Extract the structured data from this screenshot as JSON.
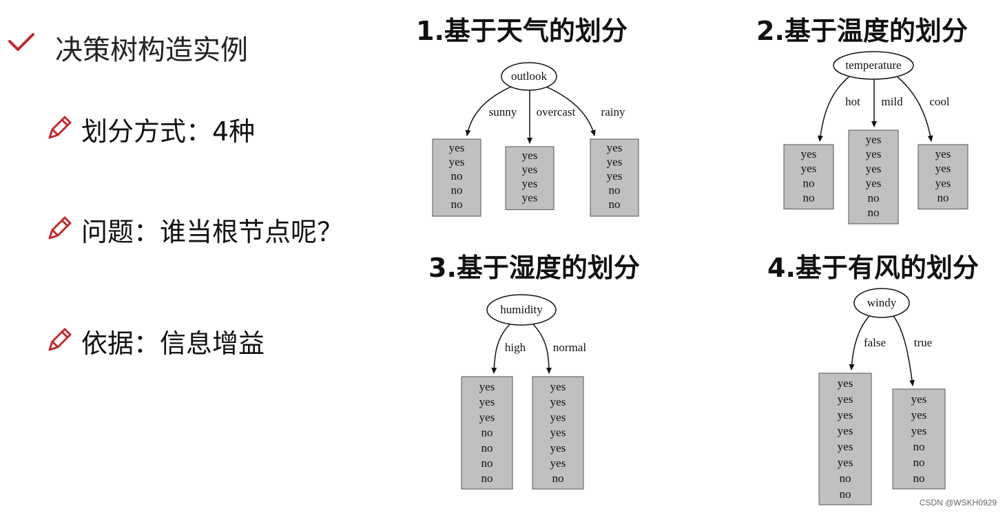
{
  "heading": {
    "check_icon": "checkmark-icon",
    "text": "决策树构造实例"
  },
  "bullets": [
    {
      "icon": "pencil-icon",
      "text": "划分方式：4种"
    },
    {
      "icon": "pencil-icon",
      "text": "问题：谁当根节点呢？"
    },
    {
      "icon": "pencil-icon",
      "text": "依据：信息增益"
    }
  ],
  "sections": [
    {
      "title": "1.基于天气的划分",
      "root": "outlook",
      "branches": [
        {
          "label": "sunny",
          "leaf": [
            "yes",
            "yes",
            "no",
            "no",
            "no"
          ]
        },
        {
          "label": "overcast",
          "leaf": [
            "yes",
            "yes",
            "yes",
            "yes"
          ]
        },
        {
          "label": "rainy",
          "leaf": [
            "yes",
            "yes",
            "yes",
            "no",
            "no"
          ]
        }
      ]
    },
    {
      "title": "2.基于温度的划分",
      "root": "temperature",
      "branches": [
        {
          "label": "hot",
          "leaf": [
            "yes",
            "yes",
            "no",
            "no"
          ]
        },
        {
          "label": "mild",
          "leaf": [
            "yes",
            "yes",
            "yes",
            "yes",
            "no",
            "no"
          ]
        },
        {
          "label": "cool",
          "leaf": [
            "yes",
            "yes",
            "yes",
            "no"
          ]
        }
      ]
    },
    {
      "title": "3.基于湿度的划分",
      "root": "humidity",
      "branches": [
        {
          "label": "high",
          "leaf": [
            "yes",
            "yes",
            "yes",
            "no",
            "no",
            "no",
            "no"
          ]
        },
        {
          "label": "normal",
          "leaf": [
            "yes",
            "yes",
            "yes",
            "yes",
            "yes",
            "yes",
            "no"
          ]
        }
      ]
    },
    {
      "title": "4.基于有风的划分",
      "root": "windy",
      "branches": [
        {
          "label": "false",
          "leaf": [
            "yes",
            "yes",
            "yes",
            "yes",
            "yes",
            "yes",
            "no",
            "no"
          ]
        },
        {
          "label": "true",
          "leaf": [
            "yes",
            "yes",
            "yes",
            "no",
            "no",
            "no"
          ]
        }
      ]
    }
  ],
  "colors": {
    "leaf_fill": "#c0c0c0",
    "pencil": "#c0282d",
    "check": "#c0282d"
  },
  "watermark": "CSDN @WSKH0929"
}
